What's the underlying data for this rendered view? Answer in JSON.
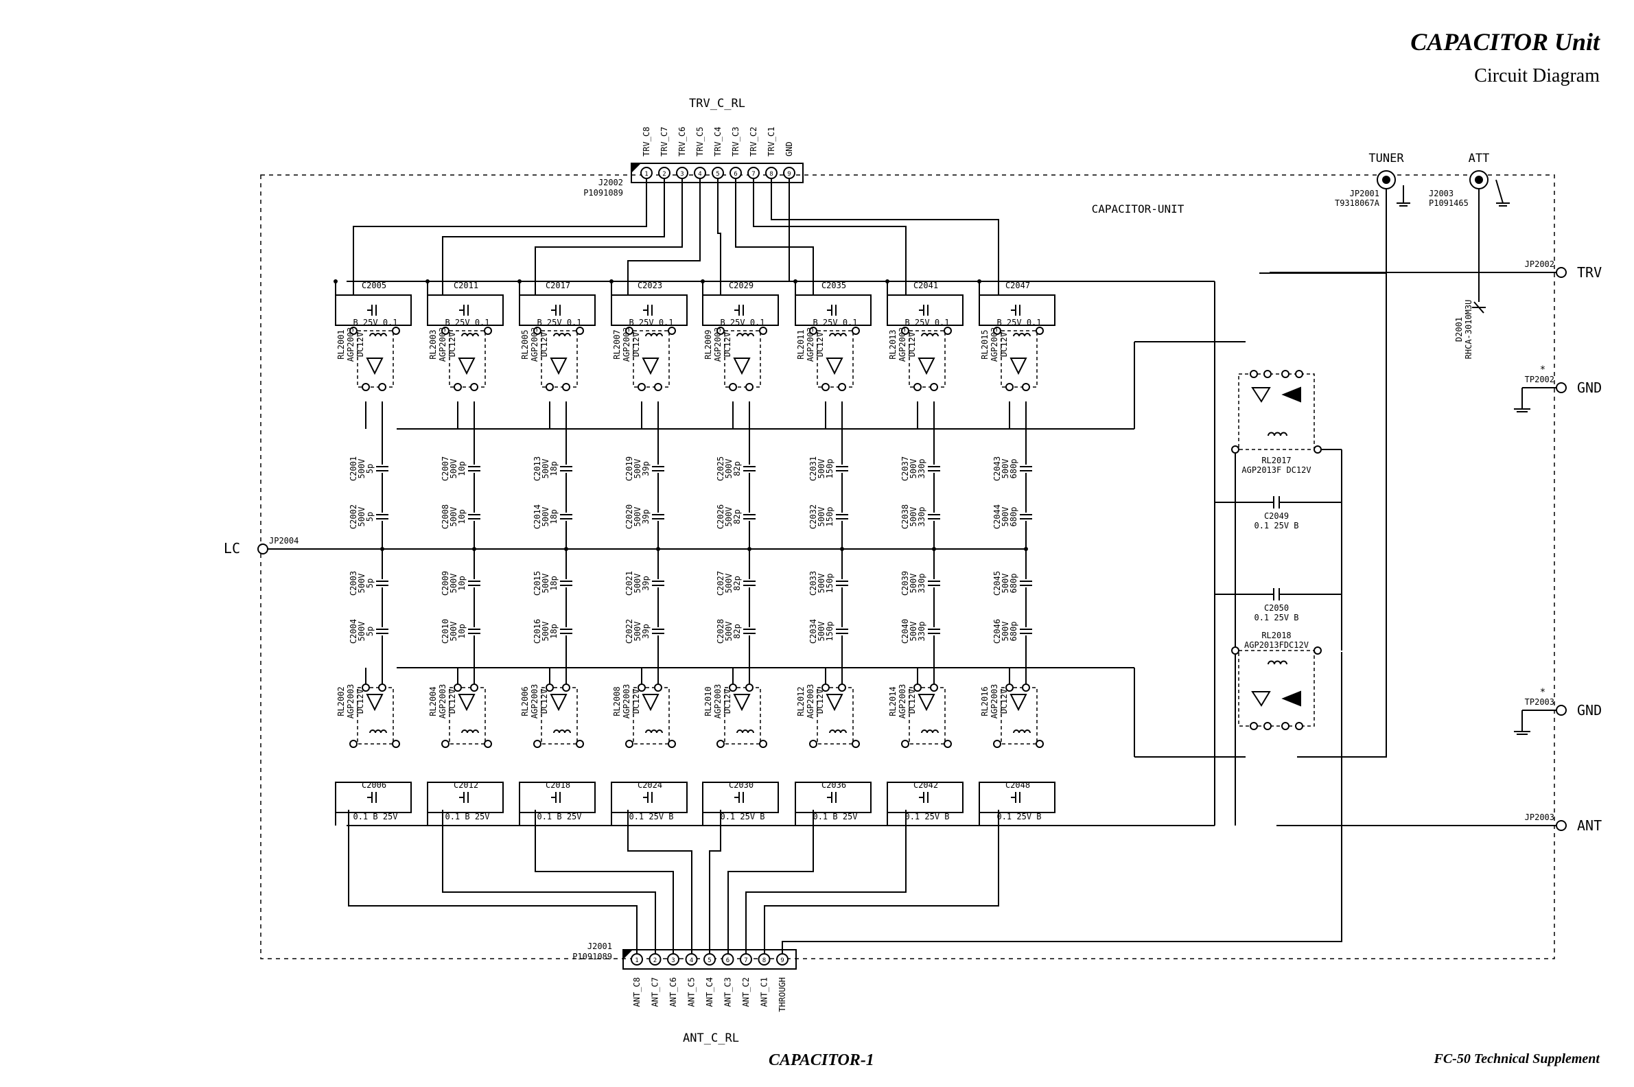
{
  "header": {
    "title": "CAPACITOR Unit",
    "subtitle": "Circuit Diagram"
  },
  "footer": {
    "left": "CAPACITOR-1",
    "right": "FC-50 Technical Supplement"
  },
  "board": {
    "name": "CAPACITOR-UNIT"
  },
  "top_connector": {
    "label": "TRV_C_RL",
    "ref": "J2002",
    "part": "P1091089",
    "pins": [
      "TRV_C8",
      "TRV_C7",
      "TRV_C6",
      "TRV_C5",
      "TRV_C4",
      "TRV_C3",
      "TRV_C2",
      "TRV_C1",
      "GND"
    ],
    "numbers": [
      "1",
      "2",
      "3",
      "4",
      "5",
      "6",
      "7",
      "8",
      "9"
    ]
  },
  "bottom_connector": {
    "label": "ANT_C_RL",
    "ref": "J2001",
    "part": "P1091089",
    "pins": [
      "ANT_C8",
      "ANT_C7",
      "ANT_C6",
      "ANT_C5",
      "ANT_C4",
      "ANT_C3",
      "ANT_C2",
      "ANT_C1",
      "THROUGH"
    ],
    "numbers": [
      "1",
      "2",
      "3",
      "4",
      "5",
      "6",
      "7",
      "8",
      "9"
    ]
  },
  "tuner": {
    "label": "TUNER",
    "ref": "JP2001",
    "part": "T9318067A"
  },
  "att": {
    "label": "ATT",
    "ref": "J2003",
    "part": "P1091465"
  },
  "diode": {
    "ref": "D2001",
    "part": "RHCA-3010M3U"
  },
  "ports": [
    {
      "ref": "JP2002",
      "label": "TRV"
    },
    {
      "ref": "TP2002",
      "label": "GND",
      "mark": "*"
    },
    {
      "ref": "TP2003",
      "label": "GND",
      "mark": "*"
    },
    {
      "ref": "JP2003",
      "label": "ANT"
    },
    {
      "ref": "JP2004",
      "label": "LC"
    }
  ],
  "relays_top": [
    {
      "ref": "RL2001",
      "part": "AGP2003",
      "coil": "DC12V"
    },
    {
      "ref": "RL2003",
      "part": "AGP2003",
      "coil": "DC12V"
    },
    {
      "ref": "RL2005",
      "part": "AGP2003",
      "coil": "DC12V"
    },
    {
      "ref": "RL2007",
      "part": "AGP2003",
      "coil": "DC12V"
    },
    {
      "ref": "RL2009",
      "part": "AGP2003",
      "coil": "DC12V"
    },
    {
      "ref": "RL2011",
      "part": "AGP2003",
      "coil": "DC12V"
    },
    {
      "ref": "RL2013",
      "part": "AGP2003",
      "coil": "DC12V"
    },
    {
      "ref": "RL2015",
      "part": "AGP2003",
      "coil": "DC12V"
    }
  ],
  "relays_bottom": [
    {
      "ref": "RL2002",
      "part": "AGP2003",
      "coil": "DC12V"
    },
    {
      "ref": "RL2004",
      "part": "AGP2003",
      "coil": "DC12V"
    },
    {
      "ref": "RL2006",
      "part": "AGP2003",
      "coil": "DC12V"
    },
    {
      "ref": "RL2008",
      "part": "AGP2003",
      "coil": "DC12V"
    },
    {
      "ref": "RL2010",
      "part": "AGP2003",
      "coil": "DC12V"
    },
    {
      "ref": "RL2012",
      "part": "AGP2003",
      "coil": "DC12V"
    },
    {
      "ref": "RL2014",
      "part": "AGP2003",
      "coil": "DC12V"
    },
    {
      "ref": "RL2016",
      "part": "AGP2003",
      "coil": "DC12V"
    }
  ],
  "bypass_top": [
    {
      "ref": "C2005",
      "value": "B 25V 0.1"
    },
    {
      "ref": "C2011",
      "value": "B 25V 0.1"
    },
    {
      "ref": "C2017",
      "value": "B 25V 0.1"
    },
    {
      "ref": "C2023",
      "value": "B 25V 0.1"
    },
    {
      "ref": "C2029",
      "value": "B 25V 0.1"
    },
    {
      "ref": "C2035",
      "value": "B 25V 0.1"
    },
    {
      "ref": "C2041",
      "value": "B 25V 0.1"
    },
    {
      "ref": "C2047",
      "value": "B 25V 0.1"
    }
  ],
  "bypass_bottom": [
    {
      "ref": "C2006",
      "value": "0.1 B 25V"
    },
    {
      "ref": "C2012",
      "value": "0.1 B 25V"
    },
    {
      "ref": "C2018",
      "value": "0.1 B 25V"
    },
    {
      "ref": "C2024",
      "value": "0.1 25V B"
    },
    {
      "ref": "C2030",
      "value": "0.1 25V B"
    },
    {
      "ref": "C2036",
      "value": "0.1 B 25V"
    },
    {
      "ref": "C2042",
      "value": "0.1 25V B"
    },
    {
      "ref": "C2048",
      "value": "0.1 25V B"
    }
  ],
  "cap_columns": [
    {
      "refs": [
        "C2001",
        "C2002",
        "C2003",
        "C2004"
      ],
      "voltage": "500V",
      "value": "5p"
    },
    {
      "refs": [
        "C2007",
        "C2008",
        "C2009",
        "C2010"
      ],
      "voltage": "500V",
      "value": "10p"
    },
    {
      "refs": [
        "C2013",
        "C2014",
        "C2015",
        "C2016"
      ],
      "voltage": "500V",
      "value": "18p"
    },
    {
      "refs": [
        "C2019",
        "C2020",
        "C2021",
        "C2022"
      ],
      "voltage": "500V",
      "value": "39p"
    },
    {
      "refs": [
        "C2025",
        "C2026",
        "C2027",
        "C2028"
      ],
      "voltage": "500V",
      "value": "82p"
    },
    {
      "refs": [
        "C2031",
        "C2032",
        "C2033",
        "C2034"
      ],
      "voltage": "500V",
      "value": "150p"
    },
    {
      "refs": [
        "C2037",
        "C2038",
        "C2039",
        "C2040"
      ],
      "voltage": "500V",
      "value": "330p"
    },
    {
      "refs": [
        "C2043",
        "C2044",
        "C2045",
        "C2046"
      ],
      "voltage": "500V",
      "value": "680p"
    }
  ],
  "big_relays": [
    {
      "ref": "RL2017",
      "part": "AGP2013F DC12V"
    },
    {
      "ref": "RL2018",
      "part": "AGP2013FDC12V"
    }
  ],
  "side_caps": [
    {
      "ref": "C2049",
      "value": "0.1 25V B"
    },
    {
      "ref": "C2050",
      "value": "0.1 25V B"
    }
  ]
}
